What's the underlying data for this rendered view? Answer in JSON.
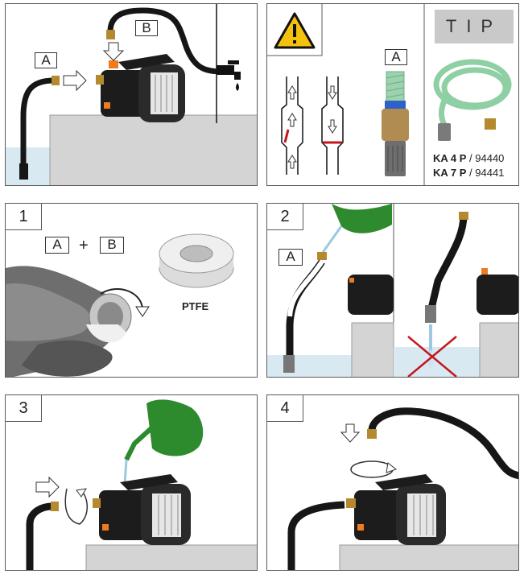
{
  "top_left": {
    "label_a": "A",
    "label_b": "B"
  },
  "warning": {
    "label_a": "A"
  },
  "tip": {
    "title": "TIP",
    "models": [
      {
        "name": "KA 4 P",
        "sep": " / ",
        "code": "94440"
      },
      {
        "name": "KA 7 P",
        "sep": " / ",
        "code": "94441"
      }
    ]
  },
  "step1": {
    "number": "1",
    "label_a": "A",
    "plus": "+",
    "label_b": "B",
    "ptfe": "PTFE"
  },
  "step2": {
    "number": "2",
    "label_a": "A"
  },
  "step3": {
    "number": "3"
  },
  "step4": {
    "number": "4"
  },
  "colors": {
    "hose": "#161616",
    "pump_body": "#1c1c1c",
    "pump_accent": "#ee7b1f",
    "water": "#d9e9f2",
    "can": "#2d8a2d",
    "suction_hose": "#8ecfa3",
    "warning_yellow": "#f4c20d",
    "cross_red": "#c4161c",
    "tip_box": "#c9c9c9"
  }
}
